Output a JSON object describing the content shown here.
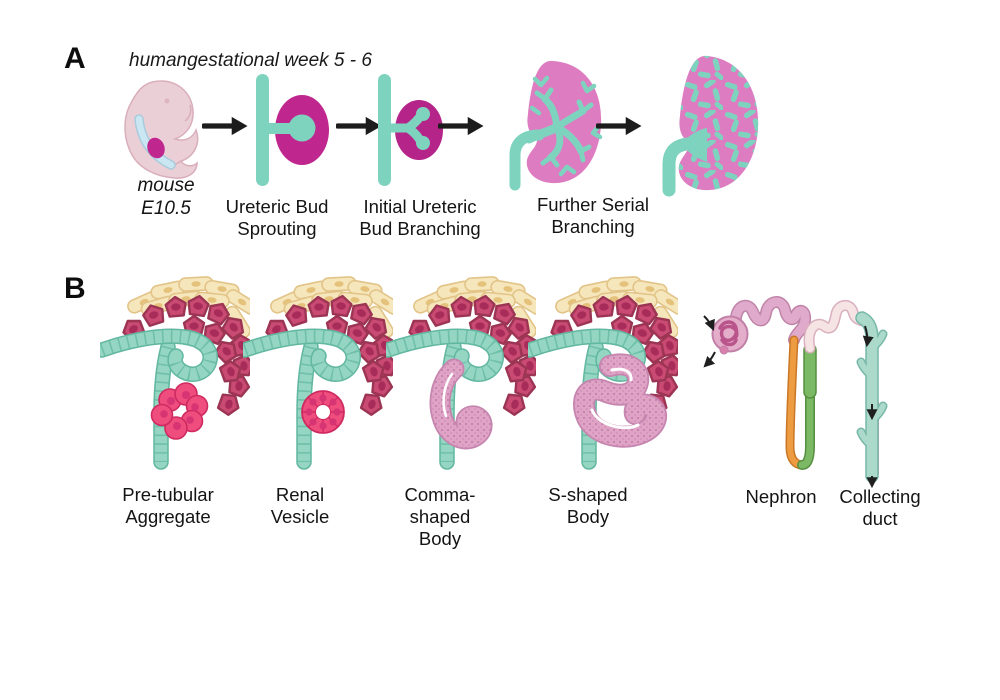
{
  "figure": {
    "type": "kidney-development-diagram",
    "colors": {
      "teal": "#7ED3BF",
      "tube_fill": "#95D6C3",
      "tube_outline": "#62B7A0",
      "magenta": "#C0278E",
      "kidney_pink": "#DE7CC1",
      "cream_cell": "#F6E6BB",
      "cap_cell": "#C94A72",
      "bright_pink": "#EE4D7E",
      "body_pink": "#DFA3C6",
      "loop_orange": "#ED9C42",
      "loop_green": "#7BB965",
      "arrow_black": "#1C1C1C"
    }
  },
  "panel_a": {
    "label": "A",
    "title": "humangestational week 5 - 6",
    "mouse_caption": "mouse\nE10.5",
    "stage_labels": [
      "Ureteric Bud\nSprouting",
      "Initial Ureteric\nBud Branching",
      "Further Serial\nBranching"
    ]
  },
  "panel_b": {
    "label": "B",
    "stage_labels": [
      "Pre-tubular\nAggregate",
      "Renal\nVesicle",
      "Comma-\nshaped\nBody",
      "S-shaped\nBody"
    ],
    "nephron_label": "Nephron",
    "collecting_duct_label": "Collecting\nduct"
  }
}
